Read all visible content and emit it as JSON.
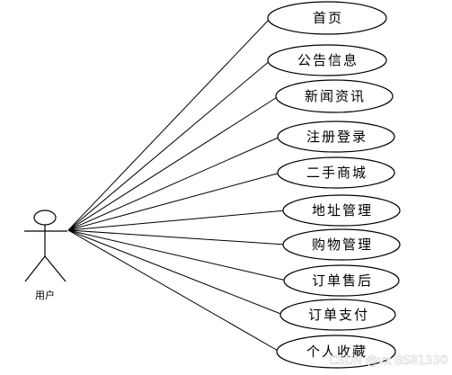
{
  "actor": {
    "label": "用户"
  },
  "use_cases": [
    {
      "label": "首页"
    },
    {
      "label": "公告信息"
    },
    {
      "label": "新闻资讯"
    },
    {
      "label": "注册登录"
    },
    {
      "label": "二手商城"
    },
    {
      "label": "地址管理"
    },
    {
      "label": "购物管理"
    },
    {
      "label": "订单售后"
    },
    {
      "label": "订单支付"
    },
    {
      "label": "个人收藏"
    }
  ],
  "watermark": {
    "text": "CSDN @vx BS81330"
  }
}
